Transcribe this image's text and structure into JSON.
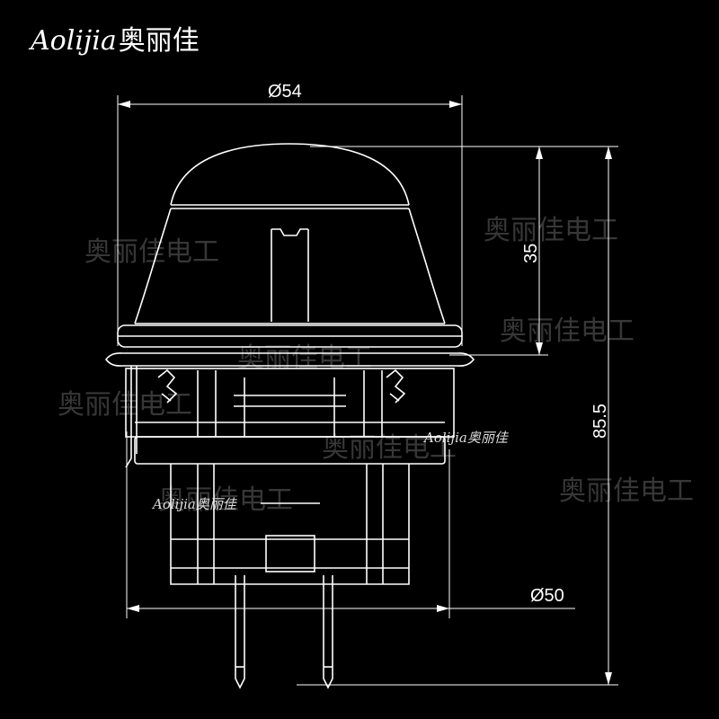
{
  "brand": {
    "latin": "Aolijia",
    "cjk": "奥丽佳"
  },
  "watermarks": [
    "奥丽佳电工",
    "奥丽佳电工",
    "奥丽佳电工",
    "奥丽佳电工",
    "奥丽佳电工",
    "奥丽佳电工"
  ],
  "small_watermarks": [
    "Aolijia奥丽佳",
    "Aolijia奥丽佳"
  ],
  "dimensions": {
    "top_diameter": "Ø54",
    "dome_height": "35",
    "total_height": "85.5",
    "bottom_diameter": "Ø50"
  },
  "colors": {
    "background": "#000000",
    "lines": "#ffffff",
    "watermark": "#7a7a7a"
  }
}
